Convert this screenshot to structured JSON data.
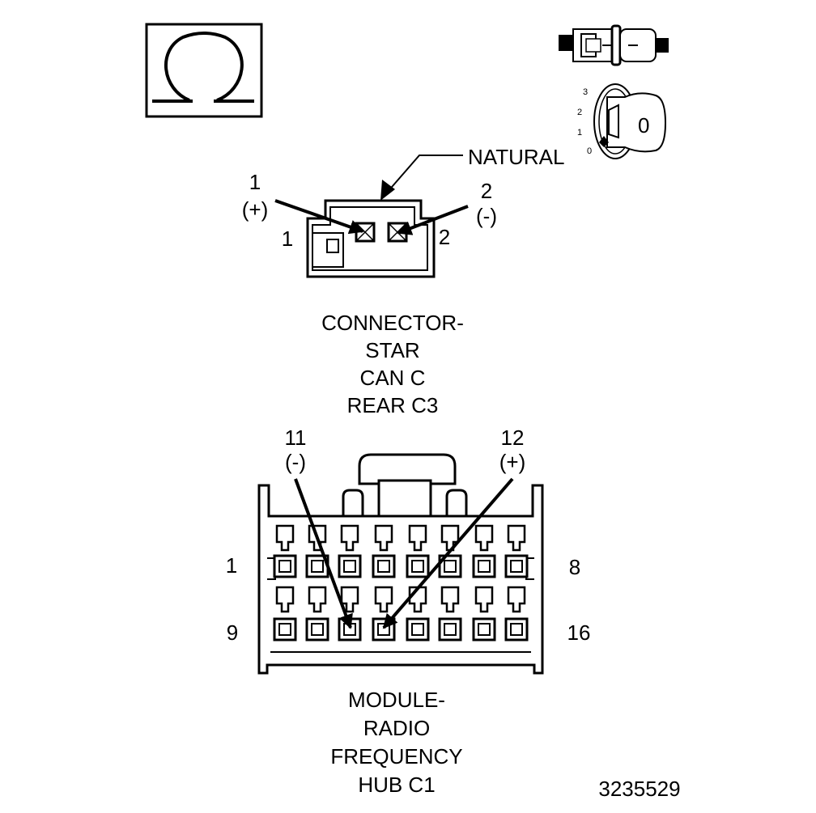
{
  "ohm_symbol": "Ω",
  "key_position_digits": [
    "3",
    "2",
    "1",
    "0"
  ],
  "key_label": "0",
  "star_connector": {
    "color_label": "NATURAL",
    "pin1_number": "1",
    "pin1_polarity": "(+)",
    "pin2_number": "2",
    "pin2_polarity": "(-)",
    "cavity_label_left": "1",
    "cavity_label_right": "2",
    "title_lines": [
      "CONNECTOR-",
      "STAR",
      "CAN C",
      "REAR C3"
    ]
  },
  "hub_connector": {
    "pin11_number": "11",
    "pin11_polarity": "(-)",
    "pin12_number": "12",
    "pin12_polarity": "(+)",
    "row1_start": "1",
    "row1_end": "8",
    "row2_start": "9",
    "row2_end": "16",
    "title_lines": [
      "MODULE-",
      "RADIO",
      "FREQUENCY",
      "HUB C1"
    ]
  },
  "figure_number": "3235529"
}
